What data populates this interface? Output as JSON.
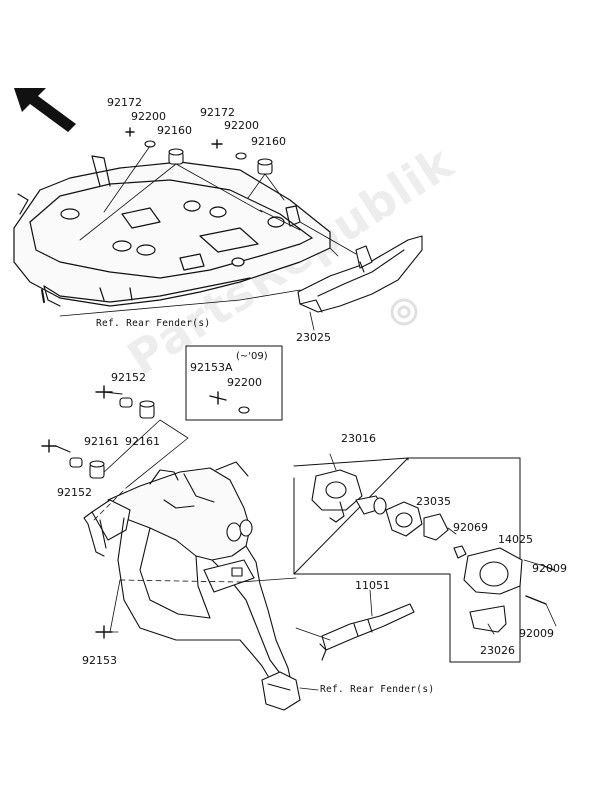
{
  "watermark": "PartsRepublik",
  "labels": {
    "p92172a": "92172",
    "p92200a": "92200",
    "p92160a": "92160",
    "p92172b": "92172",
    "p92200b": "92200",
    "p92160b": "92160",
    "ref_rear_fender_top": "Ref. Rear Fender(s)",
    "p23025": "23025",
    "note_year": "(~'09)",
    "p92153A": "92153A",
    "p92200c": "92200",
    "p92152a": "92152",
    "p92161a": "92161",
    "p92161b": "92161",
    "p92152b": "92152",
    "p23016": "23016",
    "p23035": "23035",
    "p92069": "92069",
    "p14025": "14025",
    "p92009a": "92009",
    "p92009b": "92009",
    "p23026": "23026",
    "p11051": "11051",
    "p92153": "92153",
    "ref_rear_fender_bottom": "Ref. Rear Fender(s)"
  },
  "icons": [
    "direction-arrow-icon",
    "gear-logo-icon"
  ]
}
